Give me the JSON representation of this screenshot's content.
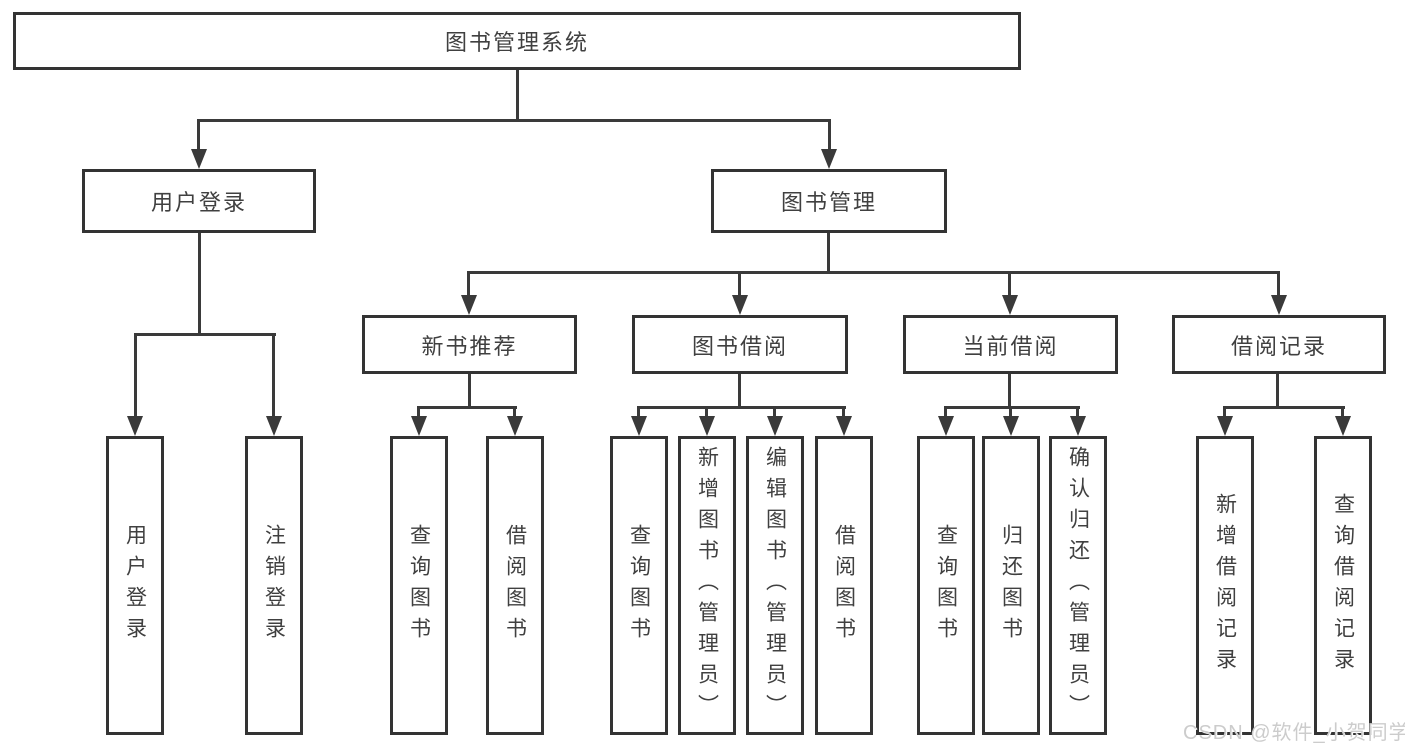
{
  "diagram": {
    "root": {
      "label": "图书管理系统"
    },
    "level2": [
      {
        "label": "用户登录",
        "children": [
          {
            "label": "用户登录"
          },
          {
            "label": "注销登录"
          }
        ]
      },
      {
        "label": "图书管理",
        "children": [
          {
            "label": "新书推荐",
            "children": [
              {
                "label": "查询图书"
              },
              {
                "label": "借阅图书"
              }
            ]
          },
          {
            "label": "图书借阅",
            "children": [
              {
                "label": "查询图书"
              },
              {
                "label": "新增图书（管理员）"
              },
              {
                "label": "编辑图书（管理员）"
              },
              {
                "label": "借阅图书"
              }
            ]
          },
          {
            "label": "当前借阅",
            "children": [
              {
                "label": "查询图书"
              },
              {
                "label": "归还图书"
              },
              {
                "label": "确认归还（管理员）"
              }
            ]
          },
          {
            "label": "借阅记录",
            "children": [
              {
                "label": "新增借阅记录"
              },
              {
                "label": "查询借阅记录"
              }
            ]
          }
        ]
      }
    ]
  },
  "watermark": {
    "text": "CSDN @软件_小贺同学"
  },
  "theme": {
    "background": "#ffffff",
    "border_color": "#333333",
    "line_color": "#3a3a3a",
    "text_color": "#404040",
    "watermark_color": "#cccccc"
  }
}
